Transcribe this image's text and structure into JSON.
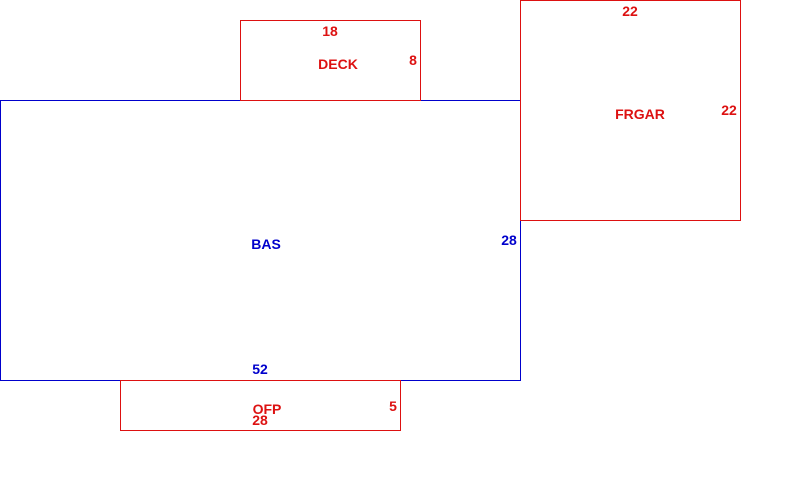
{
  "colors": {
    "primary": "#0000cc",
    "addition": "#dd1111"
  },
  "areas": {
    "bas": {
      "label": "BAS",
      "width": "52",
      "depth": "28"
    },
    "deck": {
      "label": "DECK",
      "width": "18",
      "depth": "8"
    },
    "frgar": {
      "label": "FRGAR",
      "width": "22",
      "depth": "22"
    },
    "ofp": {
      "label": "OFP",
      "width": "28",
      "depth": "5"
    }
  }
}
